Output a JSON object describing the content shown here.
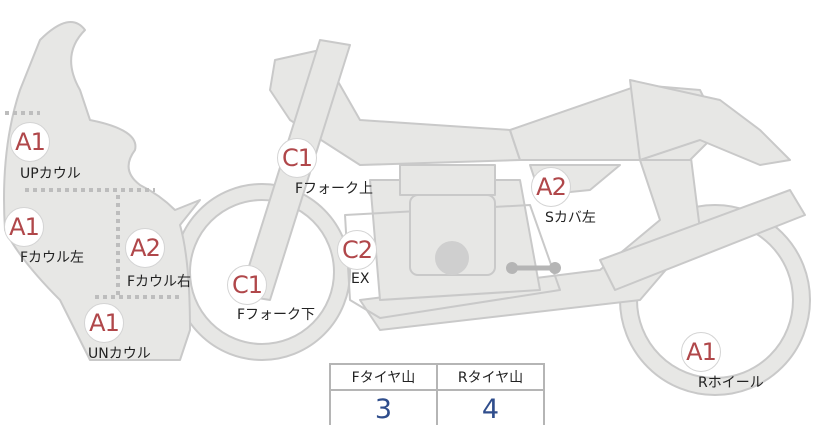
{
  "colors": {
    "badge": "#b0474a",
    "body": "#e7e7e5",
    "outline": "#c9c9c9",
    "value": "#2f4d8c"
  },
  "parts": [
    {
      "grade": "A1",
      "name": "UPカウル"
    },
    {
      "grade": "A1",
      "name": "Fカウル左"
    },
    {
      "grade": "A2",
      "name": "Fカウル右"
    },
    {
      "grade": "A1",
      "name": "UNカウル"
    },
    {
      "grade": "C1",
      "name": "Fフォーク上"
    },
    {
      "grade": "C1",
      "name": "Fフォーク下"
    },
    {
      "grade": "C2",
      "name": "EX"
    },
    {
      "grade": "A2",
      "name": "Sカバ左"
    },
    {
      "grade": "A1",
      "name": "Rホイール"
    }
  ],
  "tires": {
    "front_label": "Fタイヤ山",
    "rear_label": "Rタイヤ山",
    "front_value": "3",
    "rear_value": "4"
  }
}
